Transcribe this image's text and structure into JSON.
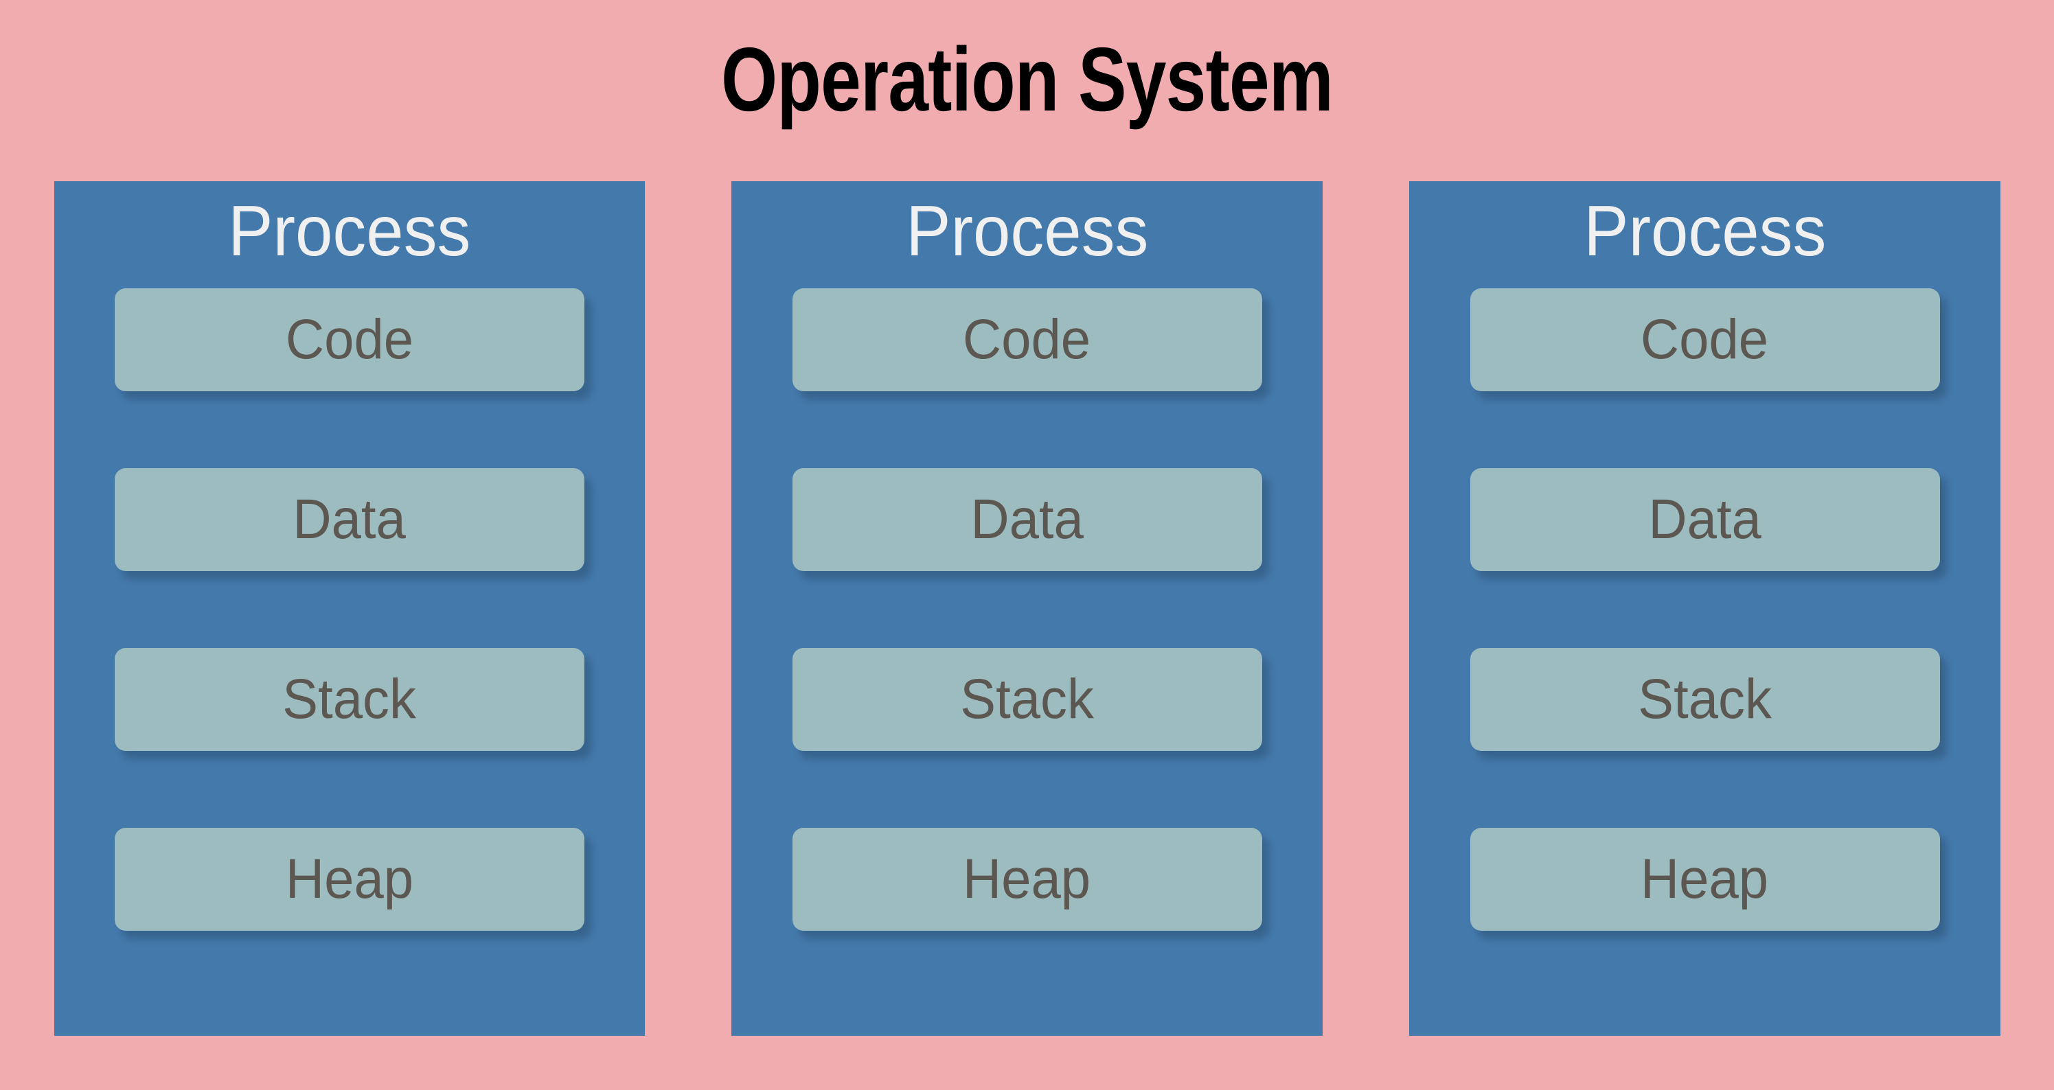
{
  "diagram": {
    "title": "Operation System",
    "background_color": "#F0ACAE",
    "title_color": "#000000",
    "process_color": "#4479AB",
    "segment_color": "#9CBCC0",
    "segment_text_color": "#5C5751",
    "process_text_color": "#F0F0F0"
  },
  "processes": [
    {
      "title": "Process",
      "segments": [
        {
          "label": "Code"
        },
        {
          "label": "Data"
        },
        {
          "label": "Stack"
        },
        {
          "label": "Heap"
        }
      ]
    },
    {
      "title": "Process",
      "segments": [
        {
          "label": "Code"
        },
        {
          "label": "Data"
        },
        {
          "label": "Stack"
        },
        {
          "label": "Heap"
        }
      ]
    },
    {
      "title": "Process",
      "segments": [
        {
          "label": "Code"
        },
        {
          "label": "Data"
        },
        {
          "label": "Stack"
        },
        {
          "label": "Heap"
        }
      ]
    }
  ]
}
